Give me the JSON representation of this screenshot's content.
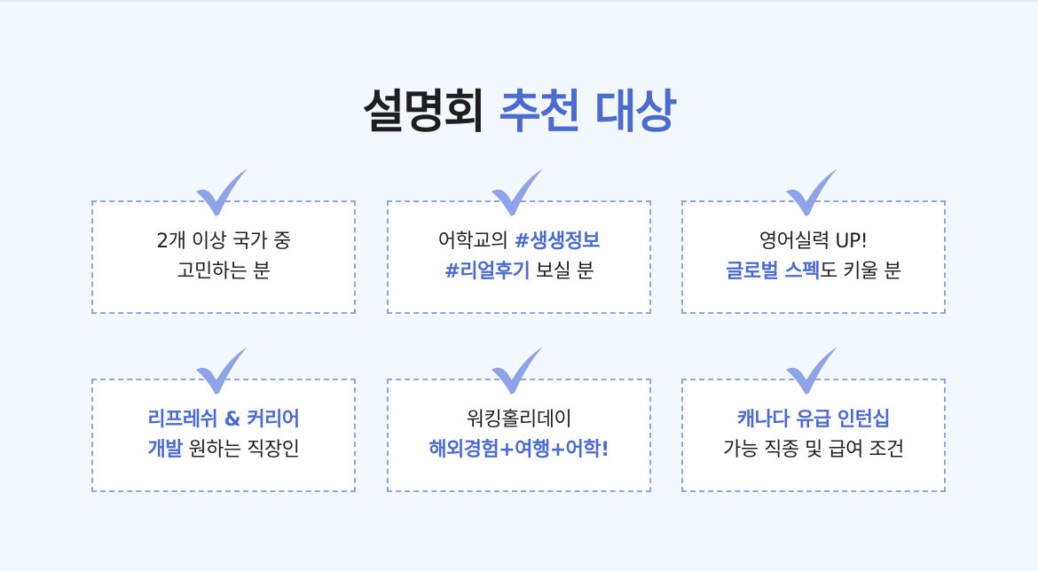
{
  "title": {
    "plain": "설명회",
    "highlight": "추천 대상"
  },
  "colors": {
    "accent": "#4b6bd1",
    "border": "#8fa3e8",
    "background": "#f3f8ff"
  },
  "cards": [
    {
      "lines": [
        [
          {
            "t": "2개 이상 국가 중",
            "b": false
          }
        ],
        [
          {
            "t": "고민하는 분",
            "b": false
          }
        ]
      ]
    },
    {
      "lines": [
        [
          {
            "t": "어학교의 ",
            "b": false
          },
          {
            "t": "#생생정보",
            "b": true
          }
        ],
        [
          {
            "t": "#리얼후기",
            "b": true
          },
          {
            "t": " 보실 분",
            "b": false
          }
        ]
      ]
    },
    {
      "lines": [
        [
          {
            "t": "영어실력 UP!",
            "b": false
          }
        ],
        [
          {
            "t": "글로벌 스펙",
            "b": true
          },
          {
            "t": "도 키울 분",
            "b": false
          }
        ]
      ]
    },
    {
      "lines": [
        [
          {
            "t": "리프레쉬 & 커리어",
            "b": true
          }
        ],
        [
          {
            "t": "개발",
            "b": true
          },
          {
            "t": " 원하는 직장인",
            "b": false
          }
        ]
      ]
    },
    {
      "lines": [
        [
          {
            "t": "워킹홀리데이",
            "b": false
          }
        ],
        [
          {
            "t": "해외경험+여행+어학!",
            "b": true
          }
        ]
      ]
    },
    {
      "lines": [
        [
          {
            "t": "캐나다 유급 인턴십",
            "b": true
          }
        ],
        [
          {
            "t": "가능 직종 및 급여 조건",
            "b": false
          }
        ]
      ]
    }
  ]
}
